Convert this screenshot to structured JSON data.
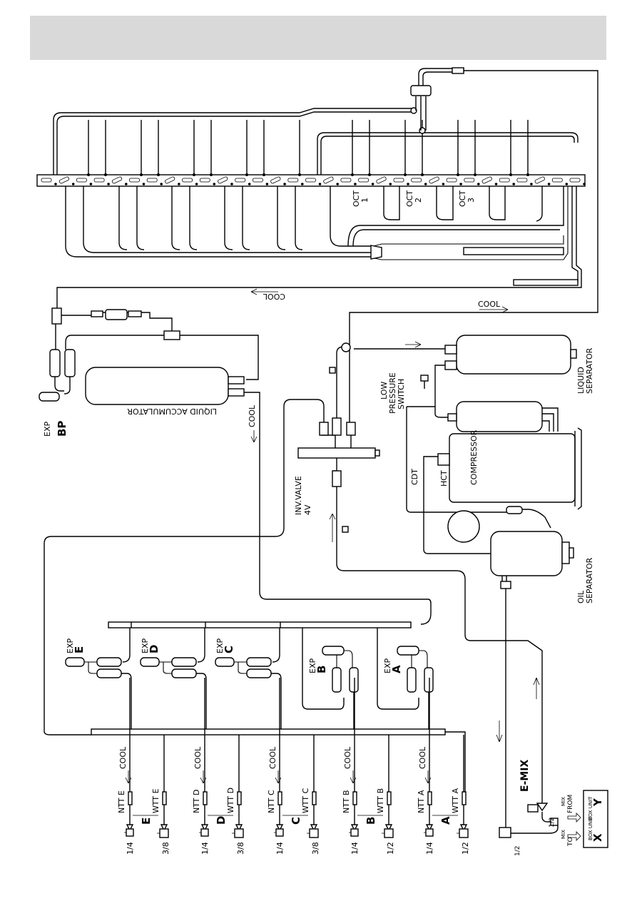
{
  "header": {
    "text": ""
  },
  "labels": {
    "liquid_accumulator": "LIQUID ACCUMULATOR",
    "liquid_separator_1": "LIQUID",
    "liquid_separator_2": "SEPARATOR",
    "low_pressure_1": "LOW",
    "low_pressure_2": "PRESSURE",
    "low_pressure_3": "SWITCH",
    "compressor": "COMPRESSOR",
    "hct": "HCT",
    "cdt": "CDT",
    "oil_separator_1": "OIL",
    "oil_separator_2": "SEPARATOR",
    "inv_valve_1": "INV.VALVE",
    "inv_valve_2": "4V",
    "exp": "EXP",
    "bp": "BP",
    "cool": "COOL",
    "e_mix": "E-MIX",
    "from": "FROM",
    "to": "TO",
    "box_y": "Y",
    "box_x": "X",
    "box_sub": "BOX UNIT",
    "mix": "MIX",
    "oct": "OCT",
    "oct1": "1",
    "oct2": "2",
    "oct3": "3"
  },
  "exp_valves": [
    "E",
    "D",
    "C",
    "B",
    "A"
  ],
  "units": [
    {
      "letter": "E",
      "ntt": "NTT E",
      "wtt": "WTT E",
      "liquid_size": "1/4",
      "gas_size": "3/8"
    },
    {
      "letter": "D",
      "ntt": "NTT D",
      "wtt": "WTT D",
      "liquid_size": "1/4",
      "gas_size": "3/8"
    },
    {
      "letter": "C",
      "ntt": "NTT C",
      "wtt": "WTT C",
      "liquid_size": "1/4",
      "gas_size": "3/8"
    },
    {
      "letter": "B",
      "ntt": "NTT B",
      "wtt": "WTT B",
      "liquid_size": "1/4",
      "gas_size": "1/2"
    },
    {
      "letter": "A",
      "ntt": "NTT A",
      "wtt": "WTT A",
      "liquid_size": "1/4",
      "gas_size": "1/2"
    }
  ],
  "mix_sizes": {
    "from": "1/2",
    "to": "1/2"
  }
}
